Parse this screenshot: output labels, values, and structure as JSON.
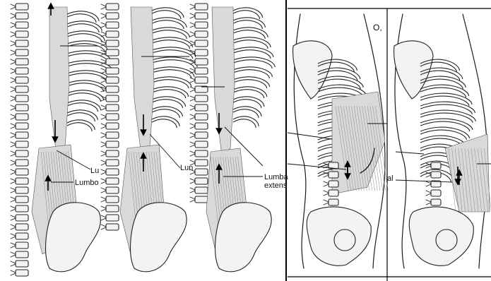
{
  "panels": [
    {
      "id": "A",
      "labels": [
        "Lu",
        "Lumbo"
      ]
    },
    {
      "id": "B",
      "labels": [
        "Lun"
      ]
    },
    {
      "id": "C",
      "labels": [
        "Lumba",
        "extens"
      ]
    },
    {
      "id": "D",
      "labels": [
        "O,"
      ]
    },
    {
      "id": "E",
      "labels": [
        "al"
      ]
    }
  ],
  "colors": {
    "ink": "#1a1a1a",
    "muscle": "#d9d9d9",
    "bone": "#f3f3f3",
    "background": "#ffffff"
  }
}
